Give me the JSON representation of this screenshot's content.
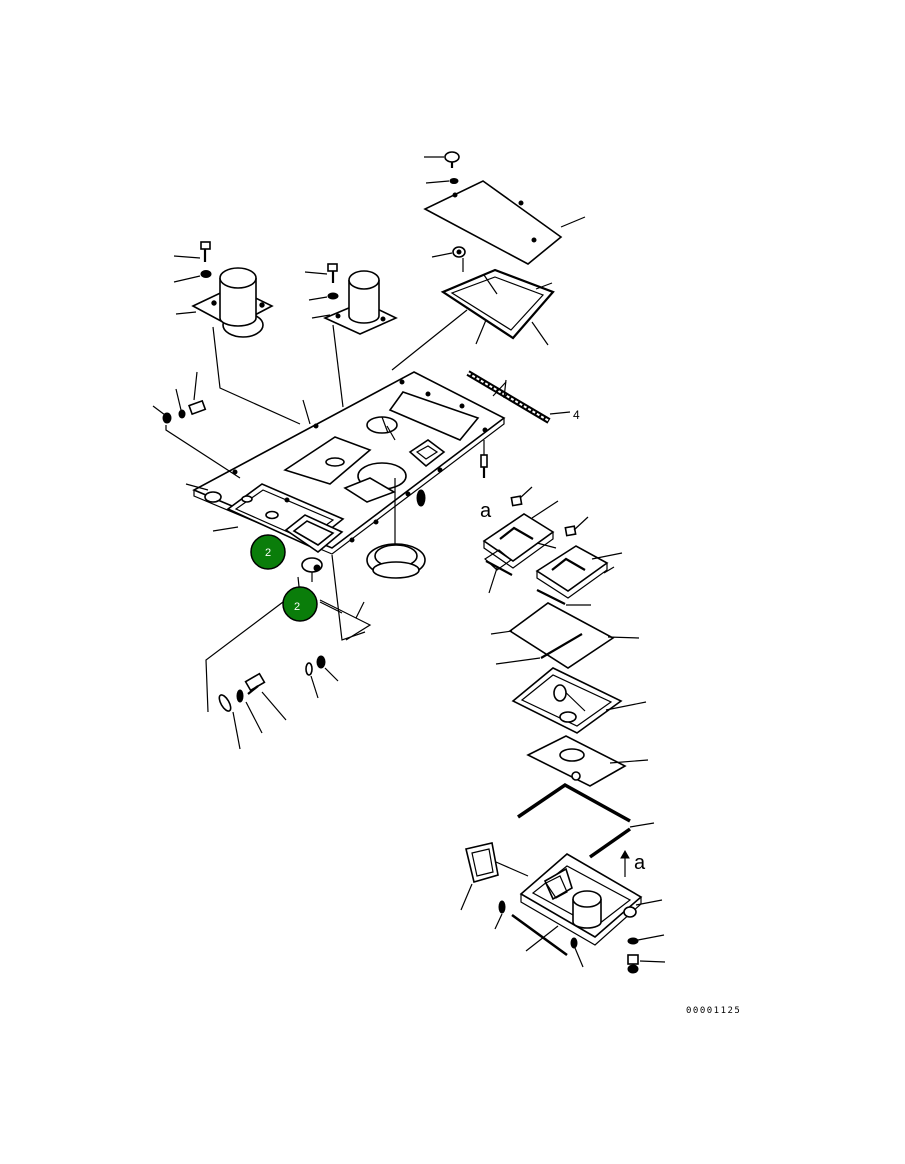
{
  "diagram": {
    "callouts": [
      {
        "label": "2",
        "color": "#0a7d0a"
      },
      {
        "label": "2",
        "color": "#0a7d0a"
      }
    ],
    "part_labels": {
      "item_4": "4",
      "ref_a_upper": "a",
      "ref_a_lower": "a"
    },
    "drawing_number": "00001125"
  }
}
